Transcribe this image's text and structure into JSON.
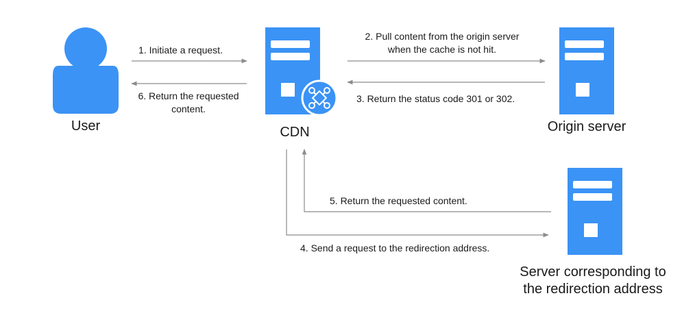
{
  "nodes": {
    "user": "User",
    "cdn": "CDN",
    "origin": "Origin server",
    "redirect_line1": "Server corresponding to",
    "redirect_line2": "the redirection address"
  },
  "steps": {
    "s1": "1. Initiate a request.",
    "s2_line1": "2. Pull content from the origin server",
    "s2_line2": "when the cache is not hit.",
    "s3": "3. Return the status code 301 or 302.",
    "s4": "4. Send a request to the redirection address.",
    "s5": "5. Return the requested content.",
    "s6_line1": "6. Return the requested",
    "s6_line2": "content."
  },
  "colors": {
    "node": "#3b93f5",
    "arrow": "#8c8c8c"
  },
  "icons": {
    "user": "user-icon",
    "server": "server-icon",
    "cdn_badge": "network-hub-icon"
  }
}
